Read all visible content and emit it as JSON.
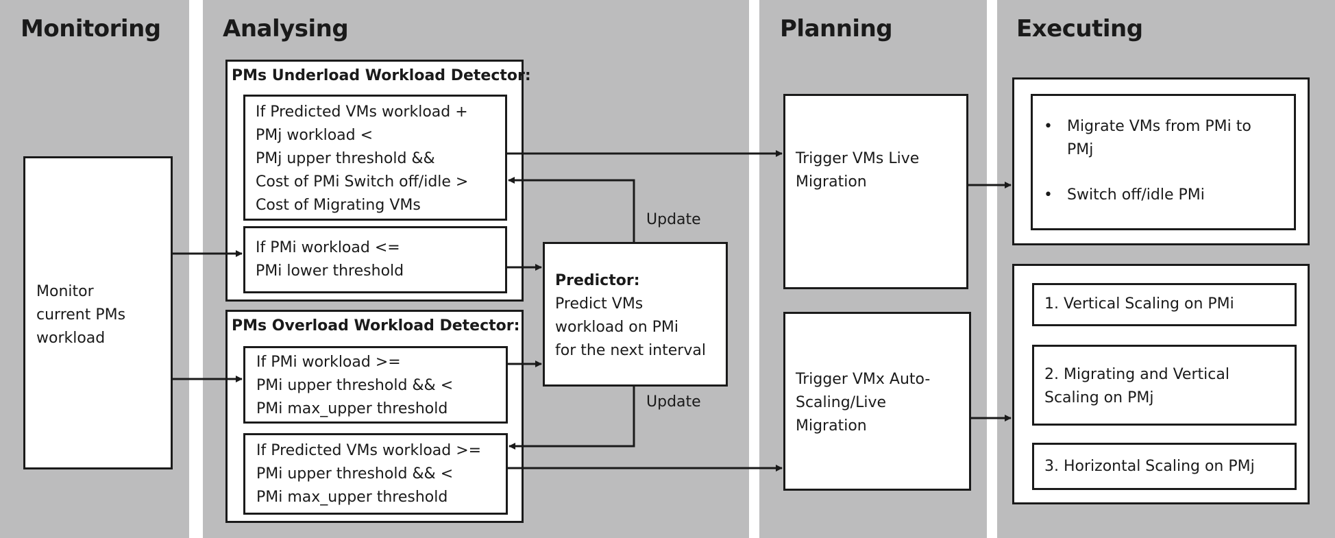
{
  "columns": {
    "monitoring": "Monitoring",
    "analysing": "Analysing",
    "planning": "Planning",
    "executing": "Executing"
  },
  "monitor_box": "Monitor\ncurrent PMs\nworkload",
  "underload_detector": {
    "title": "PMs Underload Workload Detector:",
    "condition_1": "If Predicted VMs workload +\nPMj workload  <\nPMj upper threshold &&\nCost of PMi Switch off/idle >\nCost of Migrating VMs",
    "condition_2": "If PMi workload <=\nPMi lower threshold"
  },
  "overload_detector": {
    "title": "PMs Overload Workload Detector:",
    "condition_1": "If PMi workload >=\nPMi upper threshold && <\nPMi max_upper threshold",
    "condition_2": "If Predicted VMs workload >=\nPMi upper threshold && <\nPMi max_upper threshold"
  },
  "predictor": {
    "title": "Predictor:",
    "body": "Predict VMs\nworkload on PMi\nfor the next interval"
  },
  "update_labels": [
    "Update",
    "Update"
  ],
  "planning": {
    "live_migration": "Trigger VMs Live\nMigration",
    "auto_scaling": "Trigger VMx Auto-\nScaling/Live\nMigration"
  },
  "executing": {
    "migration_actions": [
      "Migrate VMs from PMi to\nPMj",
      "Switch off/idle PMi"
    ],
    "scaling_options": [
      "1. Vertical Scaling on PMi",
      "2. Migrating and Vertical\n    Scaling on PMj",
      "3. Horizontal Scaling on PMj"
    ]
  }
}
